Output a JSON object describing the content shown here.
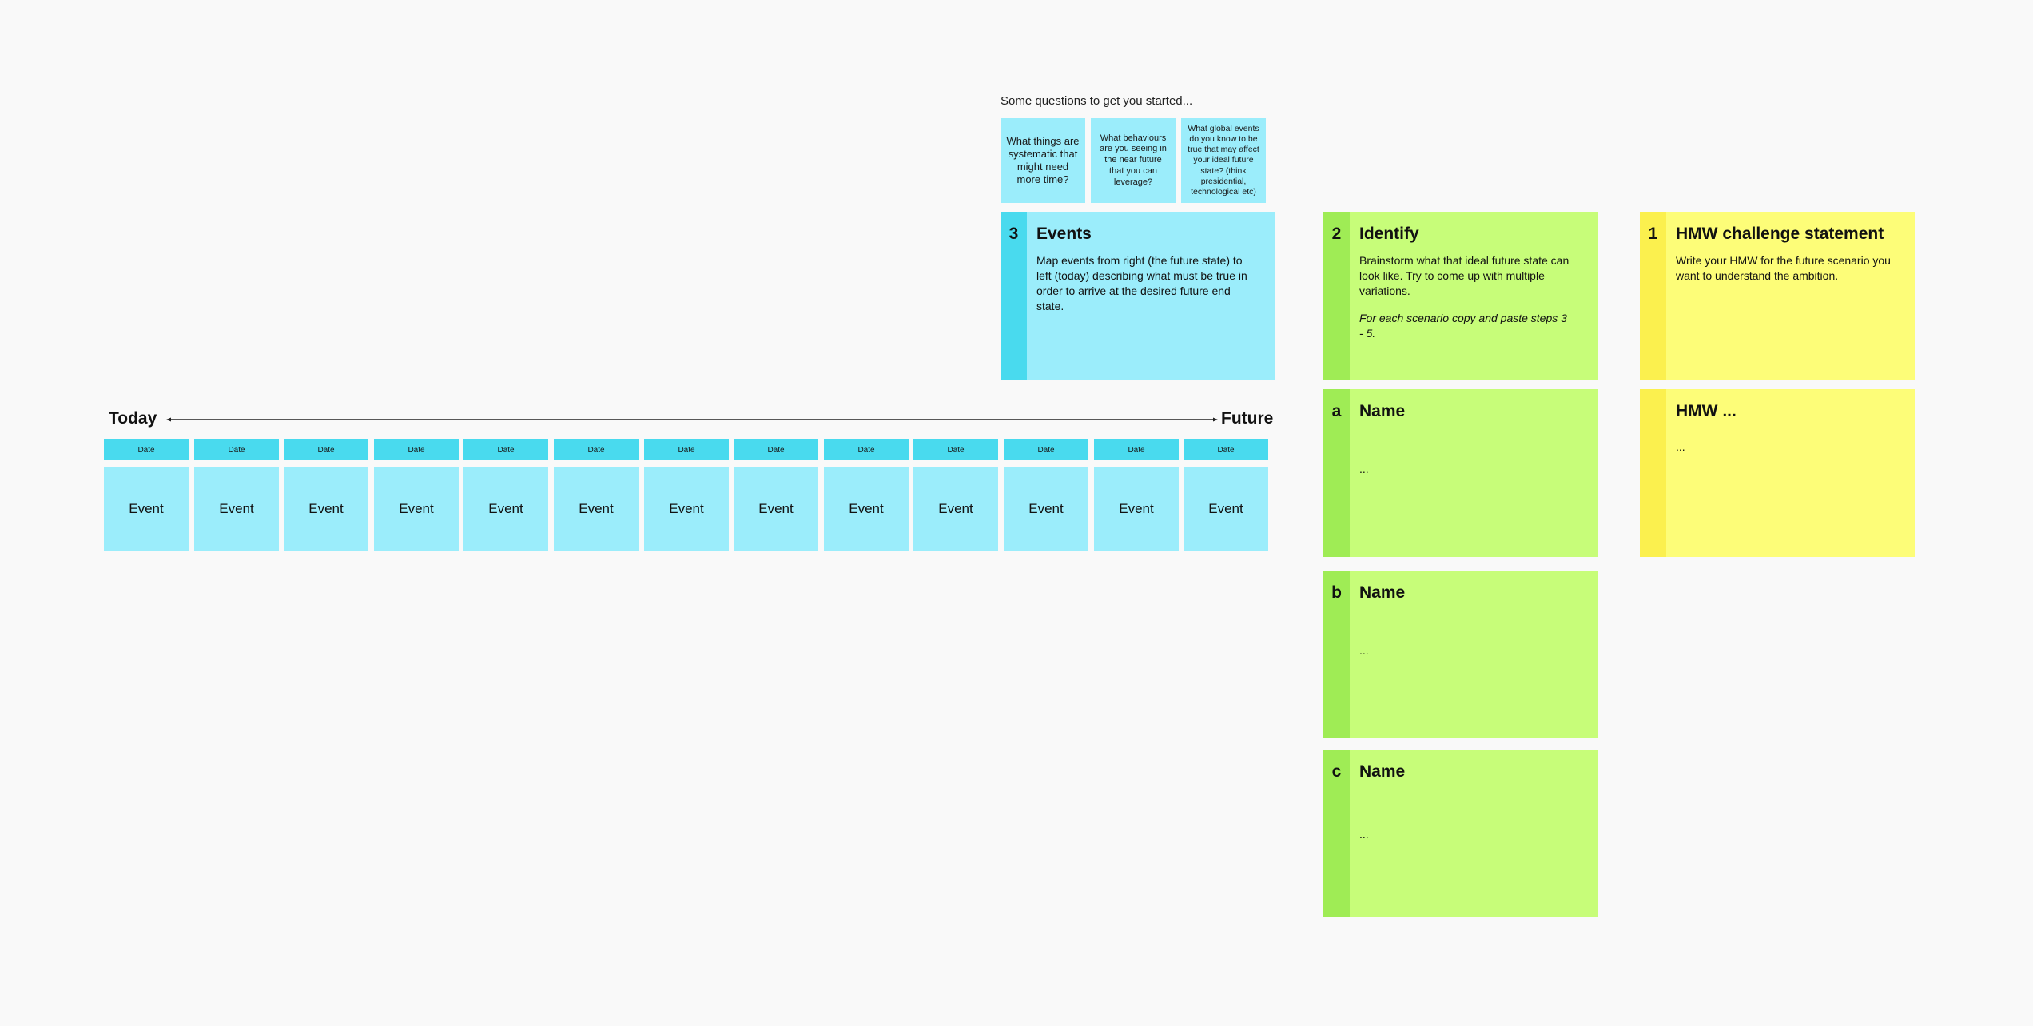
{
  "questions": {
    "intro": "Some questions to get you started...",
    "cards": [
      "What things are systematic that might need more time?",
      "What behaviours are you seeing in the near future that you can leverage?",
      "What global events do you know to be true that may affect your ideal future state? (think presidential, technological etc)"
    ]
  },
  "events_panel": {
    "number": "3",
    "title": "Events",
    "description": "Map events from right (the future state) to left (today) describing what must be true in order to arrive at the desired future end state."
  },
  "identify_panel": {
    "number": "2",
    "title": "Identify",
    "description": "Brainstorm what that ideal future state can look like. Try to come up with multiple variations.",
    "note": "For each scenario copy and paste steps 3 - 5."
  },
  "scenarios": [
    {
      "letter": "a",
      "title": "Name",
      "body": "..."
    },
    {
      "letter": "b",
      "title": "Name",
      "body": "..."
    },
    {
      "letter": "c",
      "title": "Name",
      "body": "..."
    }
  ],
  "hmw_panel": {
    "number": "1",
    "title": "HMW challenge statement",
    "description": "Write your HMW for the future scenario you want to understand the ambition."
  },
  "hmw_card": {
    "title": "HMW ...",
    "body": "..."
  },
  "timeline": {
    "start_label": "Today",
    "end_label": "Future",
    "dates": [
      "Date",
      "Date",
      "Date",
      "Date",
      "Date",
      "Date",
      "Date",
      "Date",
      "Date",
      "Date",
      "Date",
      "Date",
      "Date"
    ],
    "events": [
      "Event",
      "Event",
      "Event",
      "Event",
      "Event",
      "Event",
      "Event",
      "Event",
      "Event",
      "Event",
      "Event",
      "Event",
      "Event"
    ]
  },
  "colors": {
    "background": "#f9f9f9",
    "blue": "#9bedfb",
    "blue_dark": "#49daee",
    "green": "#c7fd79",
    "green_dark": "#9fec55",
    "yellow": "#fdfd78",
    "yellow_dark": "#fbf04e"
  }
}
